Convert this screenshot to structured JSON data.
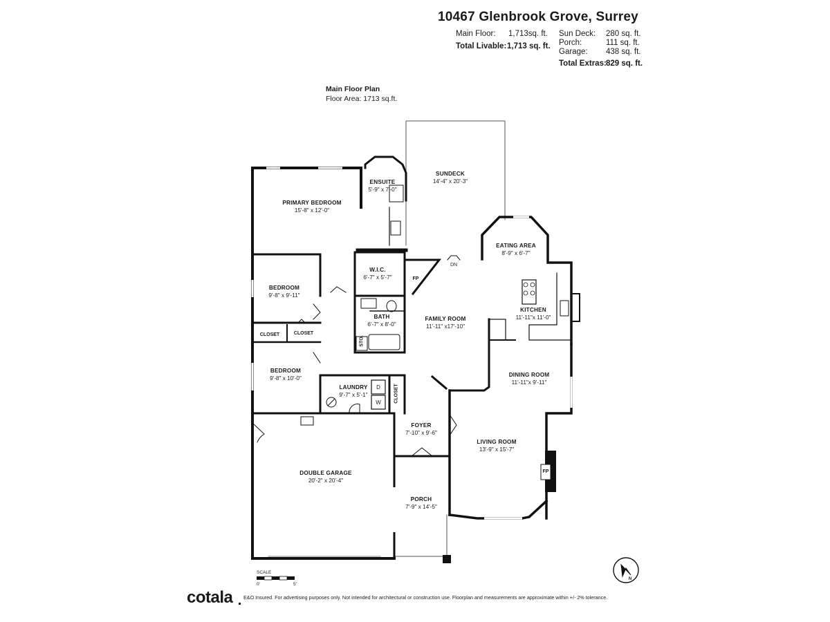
{
  "header": {
    "address": "10467 Glenbrook Grove, Surrey",
    "main_floor_label": "Main Floor:",
    "main_floor_value": "1,713sq. ft.",
    "total_livable_label": "Total Livable:",
    "total_livable_value": "1,713 sq. ft.",
    "sun_deck_label": "Sun Deck:",
    "sun_deck_value": "280 sq. ft.",
    "porch_label": "Porch:",
    "porch_value": "111 sq. ft.",
    "garage_label": "Garage:",
    "garage_value": "438 sq. ft.",
    "total_extras_label": "Total Extras:",
    "total_extras_value": "829 sq. ft."
  },
  "plan": {
    "title": "Main Floor Plan",
    "area": "Floor Area: 1713 sq.ft."
  },
  "rooms": {
    "primary_bedroom": {
      "name": "PRIMARY BEDROOM",
      "dims": "15'-8\" x 12'-0\""
    },
    "ensuite": {
      "name": "ENSUITE",
      "dims": "5'-9\" x 7'-0\""
    },
    "sundeck": {
      "name": "SUNDECK",
      "dims": "14'-4\" x 20'-3\""
    },
    "eating_area": {
      "name": "EATING AREA",
      "dims": "8'-9\" x 6'-7\""
    },
    "wic": {
      "name": "W.I.C.",
      "dims": "6'-7\" x 5'-7\""
    },
    "bedroom1": {
      "name": "BEDROOM",
      "dims": "9'-8\" x 9'-11\""
    },
    "bath": {
      "name": "BATH",
      "dims": "6'-7\" x 8'-0\""
    },
    "family_room": {
      "name": "FAMILY ROOM",
      "dims": "11'-11\" x17'-10\""
    },
    "kitchen": {
      "name": "KITCHEN",
      "dims": "11'-11\"x 11'-0\""
    },
    "bedroom2": {
      "name": "BEDROOM",
      "dims": "9'-8\" x 10'-0\""
    },
    "dining_room": {
      "name": "DINING ROOM",
      "dims": "11'-11\"x 9'-11\""
    },
    "laundry": {
      "name": "LAUNDRY",
      "dims": "9'-7\" x 5'-1\""
    },
    "foyer": {
      "name": "FOYER",
      "dims": "7'-10\" x 9'-6\""
    },
    "living_room": {
      "name": "LIVING ROOM",
      "dims": "13'-9\" x 15'-7\""
    },
    "double_garage": {
      "name": "DOUBLE GARAGE",
      "dims": "20'-2\" x 20'-4\""
    },
    "porch": {
      "name": "PORCH",
      "dims": "7'-9\" x 14'-5\""
    }
  },
  "small_labels": {
    "closet": "CLOSET",
    "closet2": "CLOSET",
    "closet_laundry": "CLOSET",
    "sto": "STO.",
    "fp_family": "FP",
    "fp_living": "FP",
    "dn": "DN",
    "dryer": "D",
    "washer": "W"
  },
  "scale": {
    "label": "SCALE",
    "zero": "0'",
    "five": "5'"
  },
  "compass": {
    "north": "N"
  },
  "footer": {
    "brand": "cotala",
    "disclaimer": "E&O Insured. For advertising purposes only. Not intended for architectural or construction use. Floorplan and measurements are approximate within +/- 2% tolerance."
  },
  "colors": {
    "wall": "#111111",
    "text": "#1a1a1a",
    "thin": "#444444"
  }
}
